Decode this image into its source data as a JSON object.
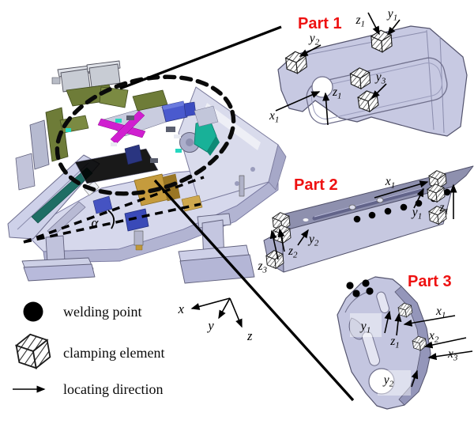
{
  "figure_type": "welding fixture assembly diagram with exploded part detail views",
  "colors": {
    "part_label_red": "#ee1111",
    "plate_lavender": "#c7c9e2",
    "plate_top_gray": "#8e90ae",
    "plate_shadow": "#9496ba",
    "olive": "#6e7c38",
    "magenta": "#d01fd0",
    "blue": "#4a5ace",
    "teal": "#18b198",
    "gold": "#c59b3d",
    "black": "#000000"
  },
  "assembly": {
    "angle_label": "α"
  },
  "axes": {
    "x": "x",
    "y": "y",
    "z": "z"
  },
  "legend": {
    "items": [
      {
        "id": "welding-point",
        "label": "welding point"
      },
      {
        "id": "clamping-element",
        "label": "clamping element"
      },
      {
        "id": "locating-direction",
        "label": "locating direction"
      }
    ]
  },
  "parts": {
    "part1": {
      "title": "Part 1",
      "welding_points": 0,
      "clamping_elements": 4,
      "labels": {
        "z1_top": {
          "b": "z",
          "s": "1"
        },
        "y1": {
          "b": "y",
          "s": "1"
        },
        "y2": {
          "b": "y",
          "s": "2"
        },
        "z1_center": {
          "b": "z",
          "s": "1"
        },
        "y3": {
          "b": "y",
          "s": "3"
        },
        "x1": {
          "b": "x",
          "s": "1"
        }
      }
    },
    "part2": {
      "title": "Part 2",
      "welding_points": 7,
      "clamping_elements": 6,
      "labels": {
        "x1": {
          "b": "x",
          "s": "1"
        },
        "y1": {
          "b": "y",
          "s": "1"
        },
        "z1": {
          "b": "z",
          "s": "1"
        },
        "y2": {
          "b": "y",
          "s": "2"
        },
        "z2": {
          "b": "z",
          "s": "2"
        },
        "z3": {
          "b": "z",
          "s": "3"
        }
      }
    },
    "part3": {
      "title": "Part 3",
      "welding_points": 4,
      "clamping_elements": 2,
      "labels": {
        "y1": {
          "b": "y",
          "s": "1"
        },
        "z1": {
          "b": "z",
          "s": "1"
        },
        "x1": {
          "b": "x",
          "s": "1"
        },
        "x2": {
          "b": "x",
          "s": "2"
        },
        "x3": {
          "b": "x",
          "s": "3"
        },
        "y2": {
          "b": "y",
          "s": "2"
        }
      }
    }
  }
}
